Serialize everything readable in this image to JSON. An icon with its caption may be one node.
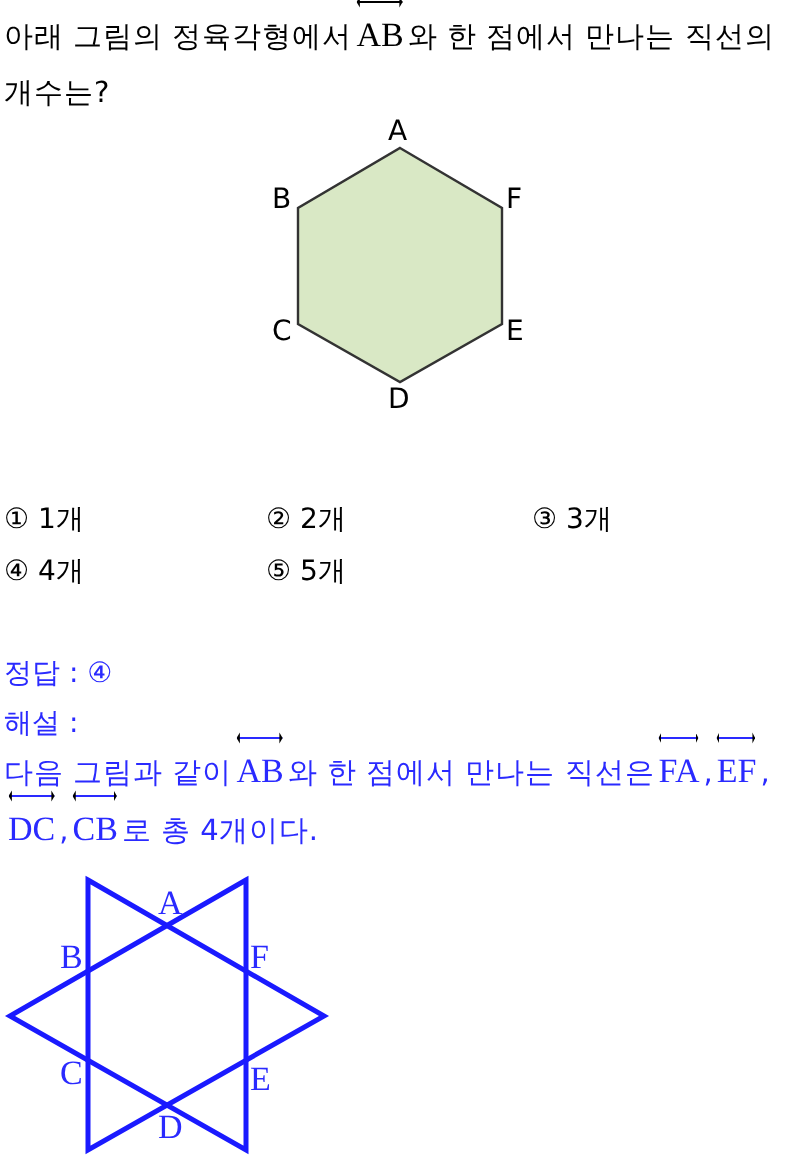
{
  "diagram": {
    "labels": [
      "아래 그림의 정육각형에서",
      "AB",
      "와 한 점에서 만나는 직선의 개수는?",
      "A",
      "B",
      "F",
      "C",
      "E",
      "D",
      "① 1개",
      "② 2개",
      "③ 3개",
      "④ 4개",
      "⑤ 5개",
      "정답 : ④",
      "해설 :",
      "다음 그림과 같이",
      "AB",
      "와 한 점에서 만나는 직선은",
      "FA",
      ",",
      "EF",
      ",",
      "DC",
      ",",
      "CB",
      "로 총 4개이다.",
      "A",
      "B",
      "F",
      "C",
      "E",
      "D"
    ]
  }
}
